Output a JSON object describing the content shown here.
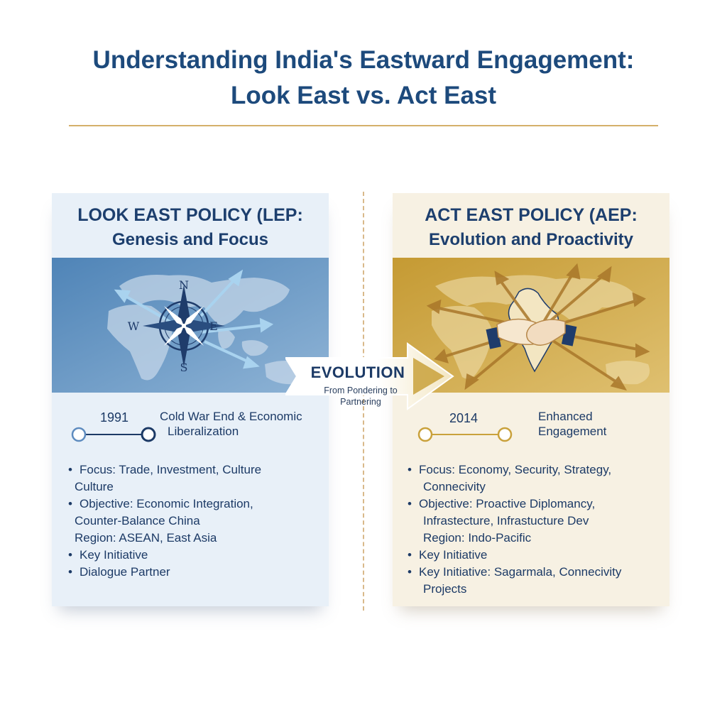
{
  "header": {
    "title_line1": "Understanding India's Eastward Engagement:",
    "title_line2": "Look East vs. Act East"
  },
  "left_card": {
    "title_line1": "LOOK EAST POLICY (LEP:",
    "title_line2": "Genesis and Focus",
    "compass": {
      "n": "N",
      "s": "S",
      "e": "E",
      "w": "W"
    },
    "timeline_year": "1991",
    "timeline_label_line1": "Cold War End & Economic",
    "timeline_label_line2": "Liberalization",
    "bullets": [
      {
        "bullet": true,
        "text": "Focus: Trade, Investment, Culture"
      },
      {
        "bullet": false,
        "text": "Culture"
      },
      {
        "bullet": true,
        "text": "Objective: Economic Integration,"
      },
      {
        "bullet": false,
        "text": "Counter-Balance China"
      },
      {
        "bullet": false,
        "text": "Region: ASEAN, East Asia"
      },
      {
        "bullet": true,
        "text": "Key Initiative"
      },
      {
        "bullet": true,
        "text": "Dialogue Partner"
      }
    ]
  },
  "right_card": {
    "title_line1": "ACT EAST POLICY (AEP:",
    "title_line2": "Evolution and Proactivity",
    "timeline_year": "2014",
    "timeline_label_line1": "Enhanced",
    "timeline_label_line2": "Engagement",
    "bullets": [
      {
        "bullet": true,
        "text": "Focus: Economy, Security, Strategy,"
      },
      {
        "bullet": false,
        "text": "Connecivity"
      },
      {
        "bullet": true,
        "text": "Objective: Proactive Diplomancy,"
      },
      {
        "bullet": false,
        "text": "Infrastecture, Infrastucture Dev"
      },
      {
        "bullet": false,
        "text": "Region: Indo-Pacific"
      },
      {
        "bullet": true,
        "text": "Key Initiative"
      },
      {
        "bullet": true,
        "text": "Key Initiative: Sagarmala, Connecivity"
      },
      {
        "bullet": false,
        "text": "Projects"
      }
    ]
  },
  "evolution": {
    "title": "EVOLUTION",
    "subtitle_line1": "From Pondering to",
    "subtitle_line2": "Partnering"
  },
  "colors": {
    "title_blue": "#1d4a7c",
    "gold_rule": "#d4b06a",
    "left_bg": "#e8f0f8",
    "right_bg": "#f7f1e3",
    "left_banner": "#5b8fbf",
    "right_banner": "#c9a13b"
  }
}
